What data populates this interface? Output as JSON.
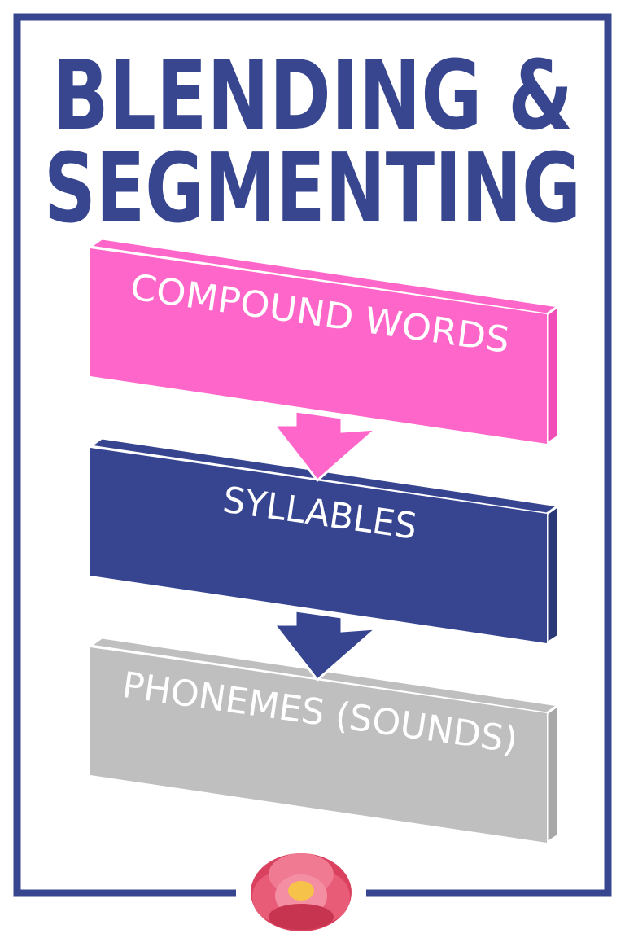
{
  "title": {
    "line1": "BLENDING &",
    "line2": "SEGMENTING"
  },
  "steps": [
    {
      "label": "COMPOUND WORDS",
      "color": "#ff66c9"
    },
    {
      "label": "SYLLABLES",
      "color": "#374591"
    },
    {
      "label": "PHONEMES (SOUNDS)",
      "color": "#bfbfbf"
    }
  ],
  "colors": {
    "frame": "#37468f",
    "flower": "#e84a6a"
  },
  "icons": {
    "decoration": "peony-flower-icon"
  }
}
